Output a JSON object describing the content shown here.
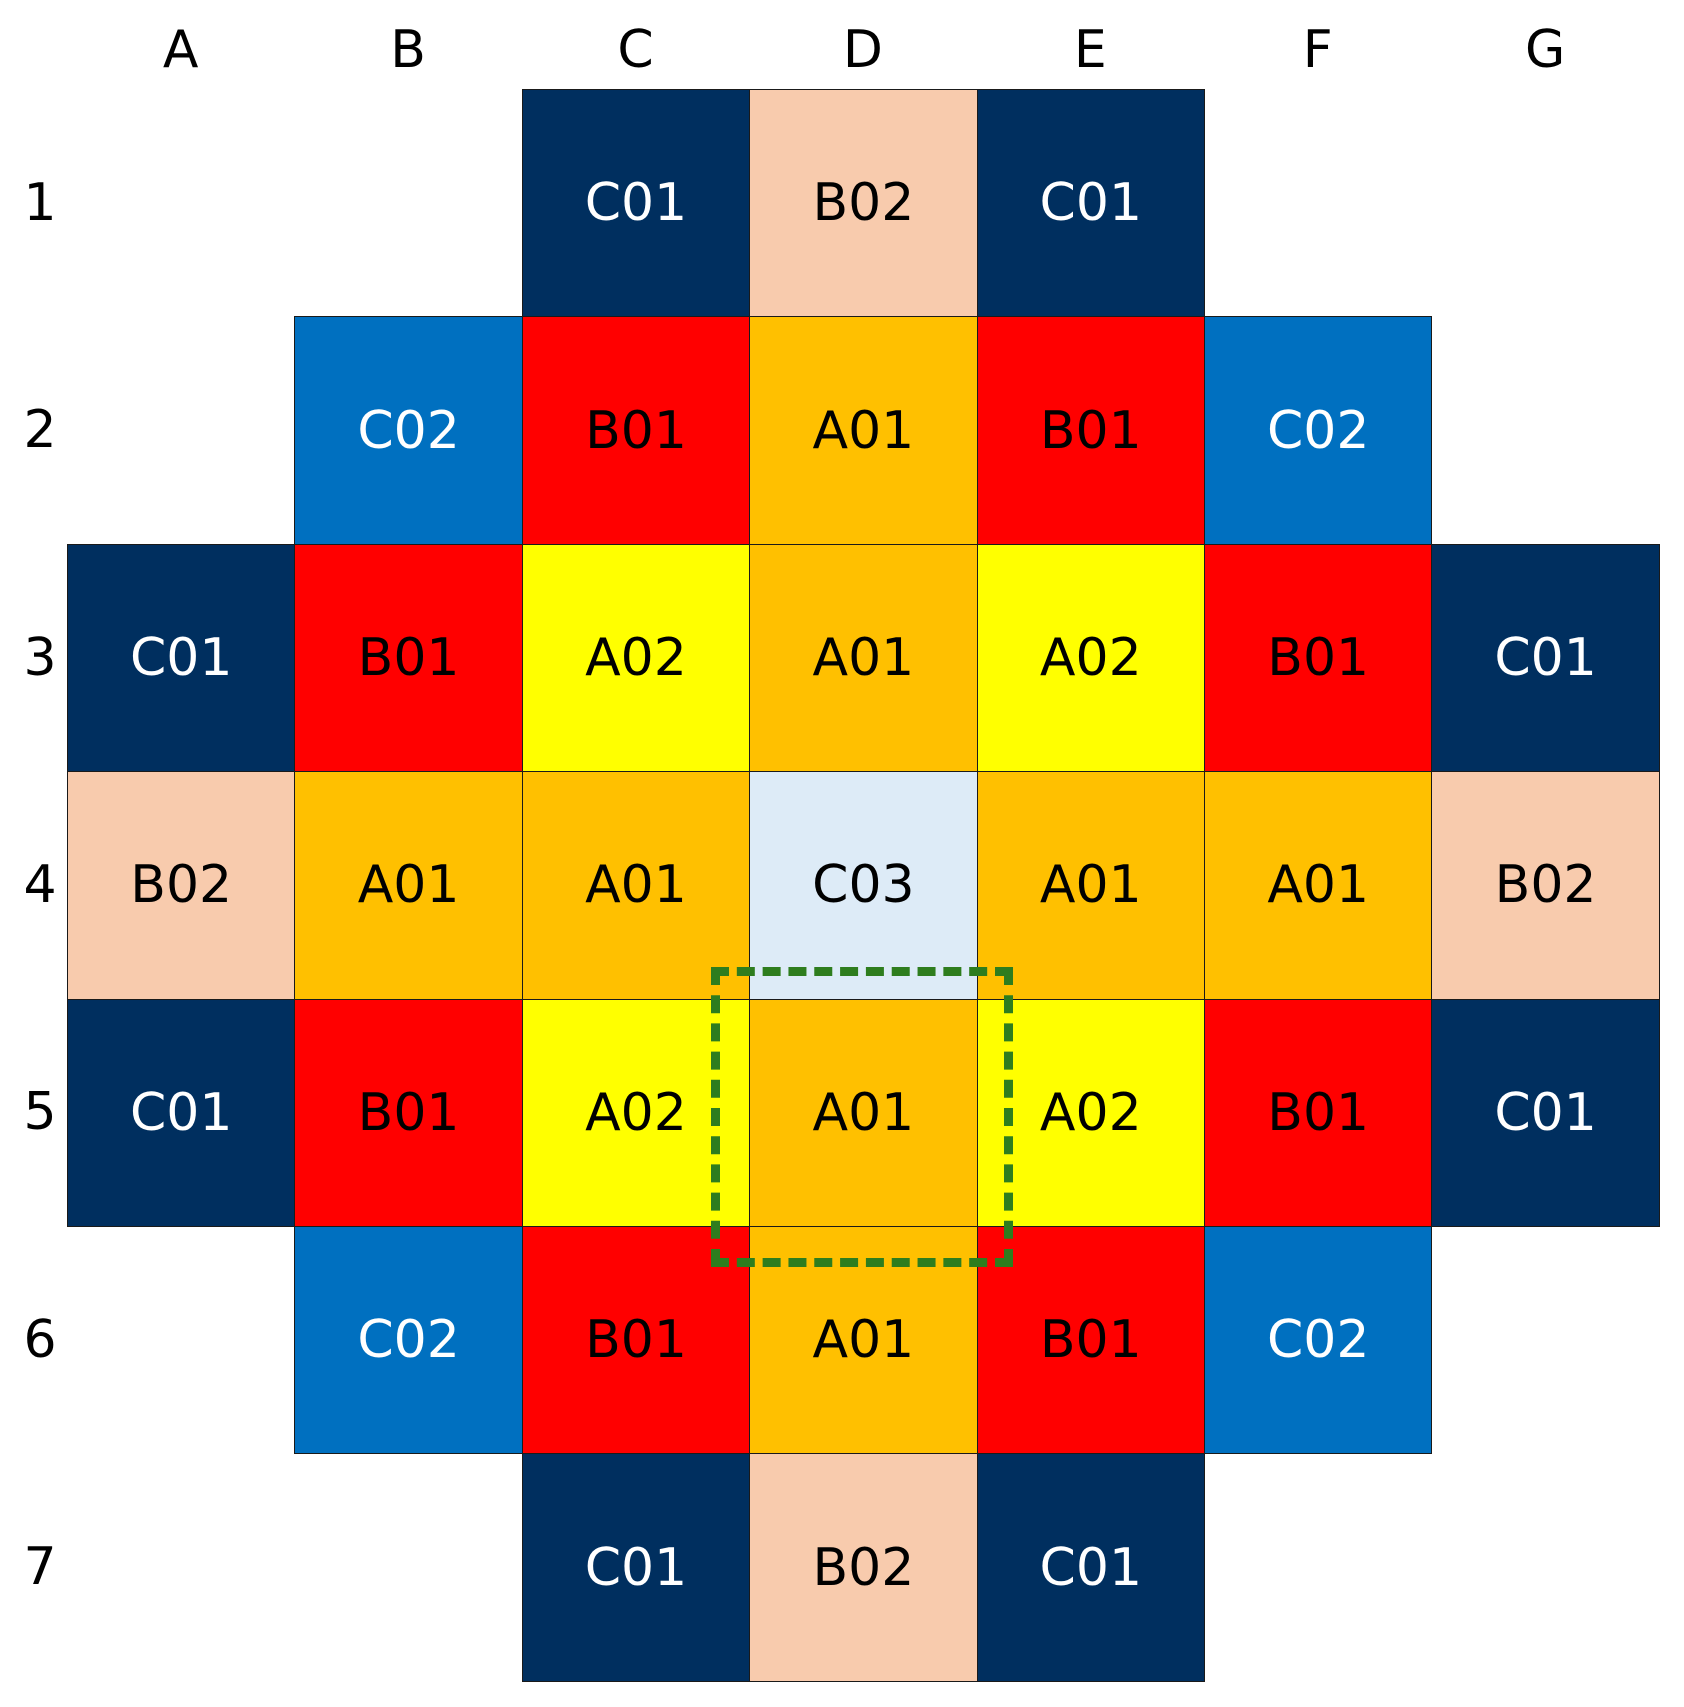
{
  "columns": [
    "A",
    "B",
    "C",
    "D",
    "E",
    "F",
    "G"
  ],
  "rows": [
    "1",
    "2",
    "3",
    "4",
    "5",
    "6",
    "7"
  ],
  "assembly_types": {
    "A01": {
      "fill": "#FFC000",
      "text": "#000000"
    },
    "A02": {
      "fill": "#FFFF00",
      "text": "#000000"
    },
    "B01": {
      "fill": "#FF0000",
      "text": "#000000"
    },
    "B02": {
      "fill": "#F8CBAD",
      "text": "#000000"
    },
    "C01": {
      "fill": "#002F5F",
      "text": "#FFFFFF"
    },
    "C02": {
      "fill": "#0070C0",
      "text": "#FFFFFF"
    },
    "C03": {
      "fill": "#DDEBF7",
      "text": "#000000"
    }
  },
  "grid": [
    [
      null,
      null,
      "C01",
      "B02",
      "C01",
      null,
      null
    ],
    [
      null,
      "C02",
      "B01",
      "A01",
      "B01",
      "C02",
      null
    ],
    [
      "C01",
      "B01",
      "A02",
      "A01",
      "A02",
      "B01",
      "C01"
    ],
    [
      "B02",
      "A01",
      "A01",
      "C03",
      "A01",
      "A01",
      "B02"
    ],
    [
      "C01",
      "B01",
      "A02",
      "A01",
      "A02",
      "B01",
      "C01"
    ],
    [
      null,
      "C02",
      "B01",
      "A01",
      "B01",
      "C02",
      null
    ],
    [
      null,
      null,
      "C01",
      "B02",
      "C01",
      null,
      null
    ]
  ],
  "highlight_color": "#2E7D1E"
}
